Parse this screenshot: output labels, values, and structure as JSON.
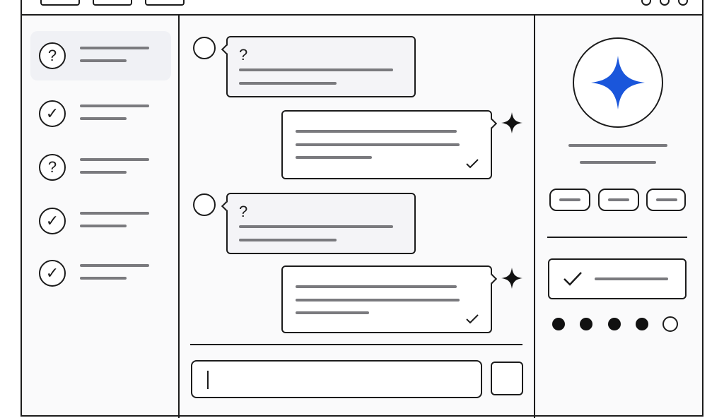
{
  "colors": {
    "stroke": "#1c1c1c",
    "placeholder_line": "#7a7a7e",
    "accent": "#1a56db",
    "active_bg": "#f0f1f5"
  },
  "sidebar": {
    "items": [
      {
        "icon": "question-icon",
        "glyph": "?",
        "active": true
      },
      {
        "icon": "check-icon",
        "glyph": "✓",
        "active": false
      },
      {
        "icon": "question-icon",
        "glyph": "?",
        "active": false
      },
      {
        "icon": "check-icon",
        "glyph": "✓",
        "active": false
      },
      {
        "icon": "check-icon",
        "glyph": "✓",
        "active": false
      }
    ]
  },
  "chat": {
    "messages": [
      {
        "role": "user",
        "glyph": "?"
      },
      {
        "role": "assistant",
        "icon": "sparkle-icon",
        "status_icon": "check-icon"
      },
      {
        "role": "user",
        "glyph": "?"
      },
      {
        "role": "assistant",
        "icon": "sparkle-icon",
        "status_icon": "check-icon"
      }
    ]
  },
  "composer": {
    "value": "",
    "placeholder": ""
  },
  "panel": {
    "avatar_icon": "sparkle-icon",
    "steps": {
      "completed": 4,
      "total": 5
    }
  }
}
